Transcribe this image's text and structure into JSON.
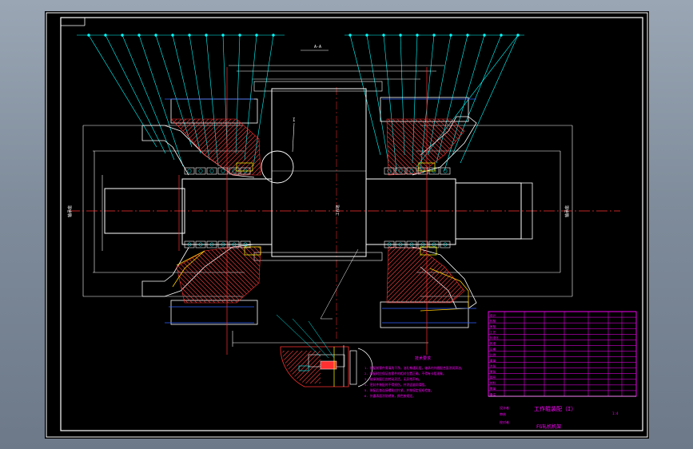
{
  "drawing": {
    "title_main": "工作辊装配（I）",
    "title_sub": "FG轧机机架",
    "section_label": "A-A",
    "detail_label": "I",
    "notes_title": "技术要求",
    "notes": [
      "1. 装配前零件需清洗干净，油孔畅通无阻，轴承内外圈配合面涂润滑油。",
      "2. 装配时应保证各零件的相对位置正确，不得有卡阻现象。",
      "3. 轴承装配后应转动灵活，无异常声响。",
      "4. 密封件装配时不得损伤，并涂适量润滑脂。",
      "5. 装配后各连接螺栓应拧紧，并按规定扭矩检查。",
      "6. 外露表面涂防锈漆，颜色按规定。"
    ],
    "side_label_left": "轴承座",
    "side_label_right": "轴承座",
    "center_label": "工作辊",
    "block_rows": [
      "设计",
      "校核",
      "审核",
      "工艺",
      "标准化",
      "批准",
      "日期",
      "比例",
      "重量",
      "共张",
      "第张",
      "图号",
      "材料",
      "数量",
      "备注"
    ],
    "block_small": [
      "设计者",
      "审核",
      "校对者"
    ],
    "scale_text": "1:4",
    "colors": {
      "background": "#000000",
      "outline": "#ffffff",
      "leader": "#00ffff",
      "part": "#ff3030",
      "dimension": "#ffff00",
      "hidden": "#3060ff",
      "title_block": "#ff00ff",
      "hatch": "#ff4040",
      "chrome": "#8a96a6"
    }
  }
}
